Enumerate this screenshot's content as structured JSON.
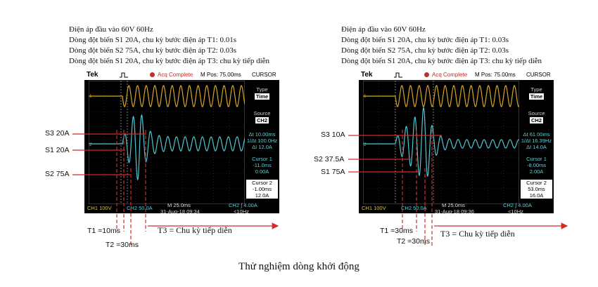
{
  "caption": "Thử nghiệm dòng khởi động",
  "panels": [
    {
      "desc": [
        "Điện áp đầu vào 60V 60Hz",
        "Dòng đột biến S1 20A, chu kỳ bước điện áp T1: 0.01s",
        "Dòng đột biến S2 75A, chu kỳ bước điện áp T2: 0.03s",
        "Dòng đột biến S1 20A, chu kỳ bước điện áp T3: chu kỳ tiếp diễn"
      ],
      "head": {
        "brand": "Tek",
        "status": "Acq Complete",
        "mpos": "M Pos: 75.00ms",
        "menu": "CURSOR"
      },
      "side": {
        "type_label": "Type",
        "type_value": "Time",
        "source_label": "Source",
        "source_value": "CH2",
        "delta_t": "Δt 10.00ms",
        "inv_t": "1/Δt 100.0Hz",
        "delta_i": "ΔI 12.0A",
        "cursor1_label": "Cursor 1",
        "cursor1_t": "-11.0ms",
        "cursor1_v": "0.00A",
        "cursor2_label": "Cursor 2",
        "cursor2_t": "-1.00ms",
        "cursor2_v": "12.0A"
      },
      "foot": {
        "ch1": "CH1  100V",
        "ch2": "CH2  50.0A",
        "m": "M 25.0ms",
        "date": "31-Aug-18 09:34",
        "trig": "CH2 ∫ 4.00A",
        "freq": "<10Hz"
      },
      "labels": {
        "a": "S3 20A",
        "b": "S1 20A",
        "c": "S2 75A",
        "t1": "T1 =10ms",
        "t2": "T2 =30ms",
        "t3": "T3 = Chu kỳ tiếp diễn"
      }
    },
    {
      "desc": [
        "Điện áp đầu vào 60V 60Hz",
        "Dòng đột biến S1 20A, chu kỳ bước điện áp T1: 0.03s",
        "Dòng đột biến S2 75A, chu kỳ bước điện áp T2: 0.03s",
        "Dòng đột biến S1 20A, chu kỳ bước điện áp T3: chu kỳ tiếp diễn"
      ],
      "head": {
        "brand": "Tek",
        "status": "Acq Complete",
        "mpos": "M Pos: 75.00ms",
        "menu": "CURSOR"
      },
      "side": {
        "type_label": "Type",
        "type_value": "Time",
        "source_label": "Source",
        "source_value": "CH2",
        "delta_t": "Δt 61.00ms",
        "inv_t": "1/Δt 16.39Hz",
        "delta_i": "ΔI 14.0A",
        "cursor1_label": "Cursor 1",
        "cursor1_t": "-8.00ms",
        "cursor1_v": "2.00A",
        "cursor2_label": "Cursor 2",
        "cursor2_t": "53.0ms",
        "cursor2_v": "16.0A"
      },
      "foot": {
        "ch1": "CH1  100V",
        "ch2": "CH2  50.0A",
        "m": "M 25.0ms",
        "date": "31-Aug-18 09:36",
        "trig": "CH2 ∫ 4.00A",
        "freq": "<10Hz"
      },
      "labels": {
        "a": "S3 10A",
        "b": "S2 37.5A",
        "c": "S1 75A",
        "t1": "T1 =30ms",
        "t2": "T2 =30ms",
        "t3": "T3 = Chu kỳ tiếp diễn"
      }
    }
  ],
  "colors": {
    "ch1": "#d8a526",
    "ch2": "#4fc6d0",
    "annot": "#d42a2a",
    "scope_bg": "#000000"
  }
}
